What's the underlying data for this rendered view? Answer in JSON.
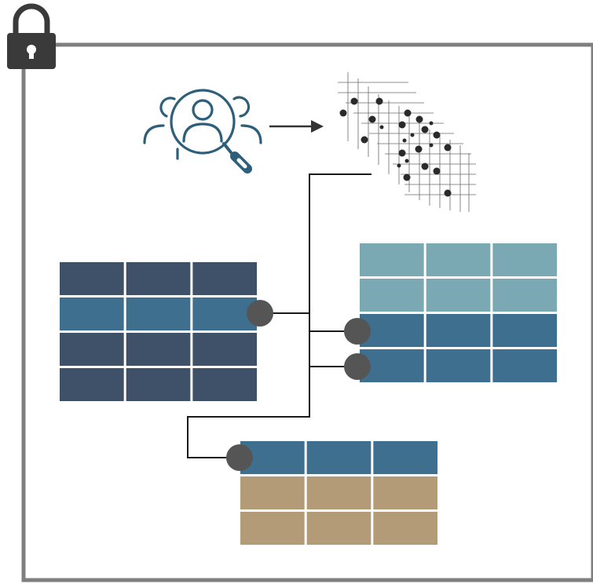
{
  "colors": {
    "frame": "#7f7f7f",
    "lock": "#3a3a3a",
    "icon_stroke": "#2e5f7a",
    "navy": "#3f5169",
    "blue": "#3f6f8f",
    "teal": "#7aa9b3",
    "tan": "#b39b77",
    "connector": "#1a1a1a",
    "joint": "#555555",
    "dots": "#2a2a2a",
    "grid": "#6a6a6a"
  },
  "icons": {
    "lock": "lock-icon",
    "people_search": "people-search-icon",
    "arrow": "arrow-right-icon",
    "data_grid": "scatter-grid-icon"
  },
  "tables": [
    {
      "name": "left-table",
      "rows": [
        "navy",
        "blue",
        "navy",
        "navy"
      ],
      "cols": 3
    },
    {
      "name": "right-table",
      "rows": [
        "teal",
        "teal",
        "blue",
        "blue"
      ],
      "cols": 3
    },
    {
      "name": "bottom-table",
      "rows": [
        "blue",
        "tan",
        "tan"
      ],
      "cols": 3
    }
  ]
}
